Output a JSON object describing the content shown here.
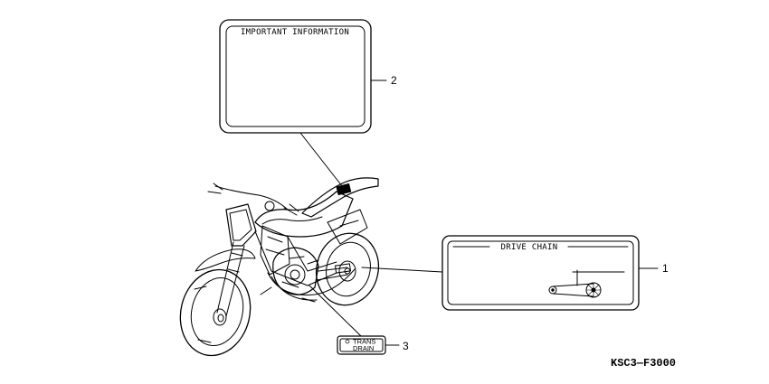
{
  "labels": {
    "important_information": {
      "title": "IMPORTANT INFORMATION",
      "callout": "2"
    },
    "drive_chain": {
      "title": "DRIVE CHAIN",
      "callout": "1"
    },
    "trans_drain": {
      "line1": "TRANS",
      "line2": "DRAIN",
      "callout": "3"
    }
  },
  "diagram_code": "KSC3—F3000"
}
